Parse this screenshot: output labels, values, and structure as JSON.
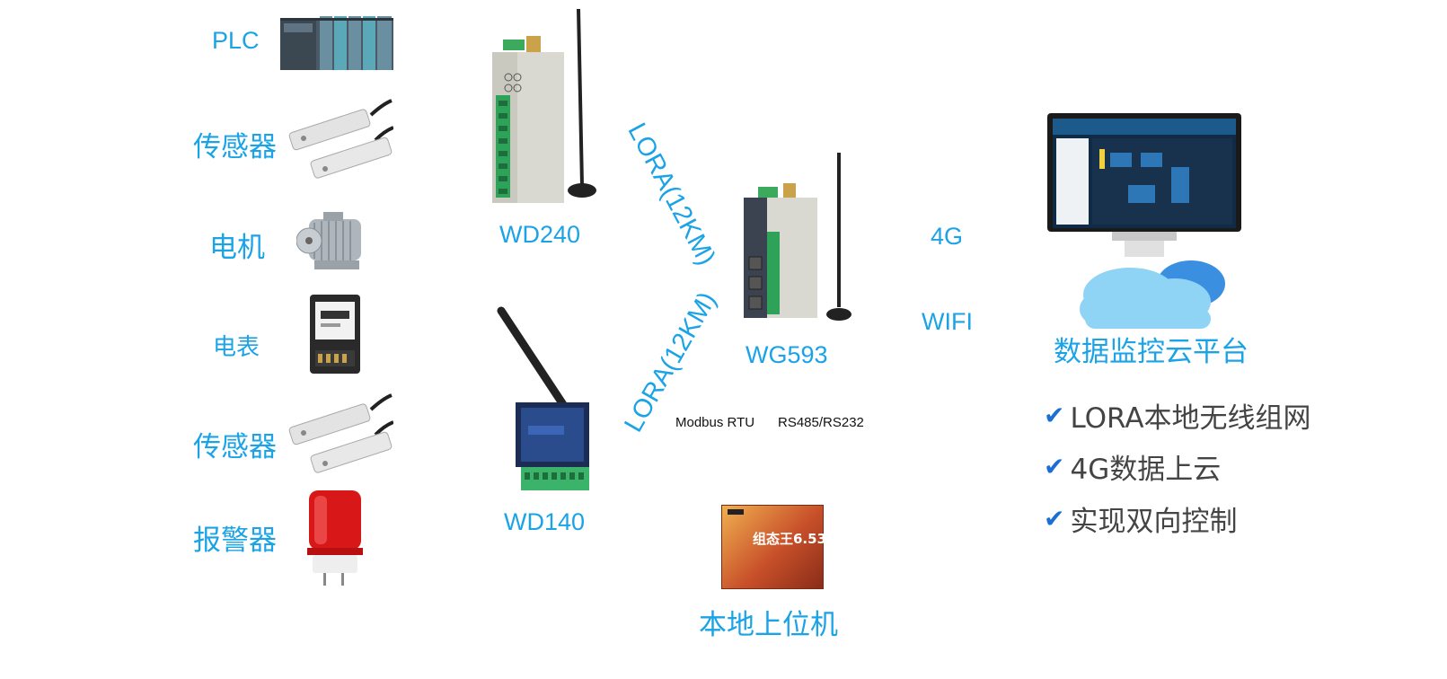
{
  "devices": {
    "plc": "PLC",
    "sensor1": "传感器",
    "motor": "电机",
    "meter": "电表",
    "sensor2": "传感器",
    "alarm": "报警器"
  },
  "nodes": {
    "wd240": "WD240",
    "wd140": "WD140",
    "wg593": "WG593"
  },
  "links": {
    "lora_upper": "LORA(12KM)",
    "lora_lower": "LORA(12KM)",
    "net_4g": "4G",
    "net_wifi": "WIFI",
    "protocol": "Modbus RTU",
    "interface": "RS485/RS232"
  },
  "platform": {
    "cloud_label": "数据监控云平台",
    "local_label": "本地上位机",
    "software_title": "组态王6.53"
  },
  "features": [
    "LORA本地无线组网",
    "4G数据上云",
    "实现双向控制"
  ],
  "colors": {
    "accent": "#1aa3e6",
    "check": "#1a6ed6"
  }
}
